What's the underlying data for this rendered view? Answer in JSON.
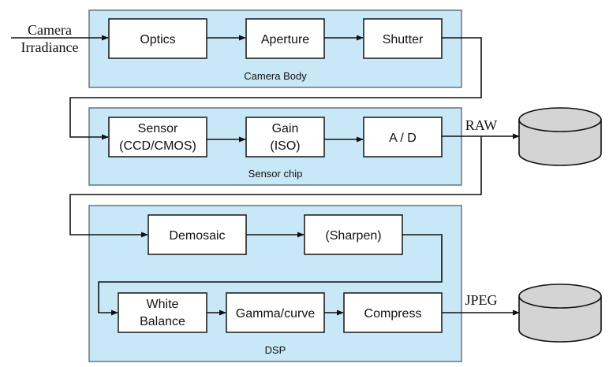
{
  "input": {
    "line1": "Camera",
    "line2": "Irradiance"
  },
  "panels": {
    "camera_body": "Camera Body",
    "sensor_chip": "Sensor chip",
    "dsp": "DSP"
  },
  "blocks": {
    "optics": "Optics",
    "aperture": "Aperture",
    "shutter": "Shutter",
    "sensor": "Sensor",
    "sensor_sub": "(CCD/CMOS)",
    "gain": "Gain",
    "gain_sub": "(ISO)",
    "ad": "A / D",
    "demosaic": "Demosaic",
    "sharpen": "(Sharpen)",
    "white": "White",
    "balance": "Balance",
    "gamma": "Gamma/curve",
    "compress": "Compress"
  },
  "outputs": {
    "raw": "RAW",
    "jpeg": "JPEG"
  }
}
